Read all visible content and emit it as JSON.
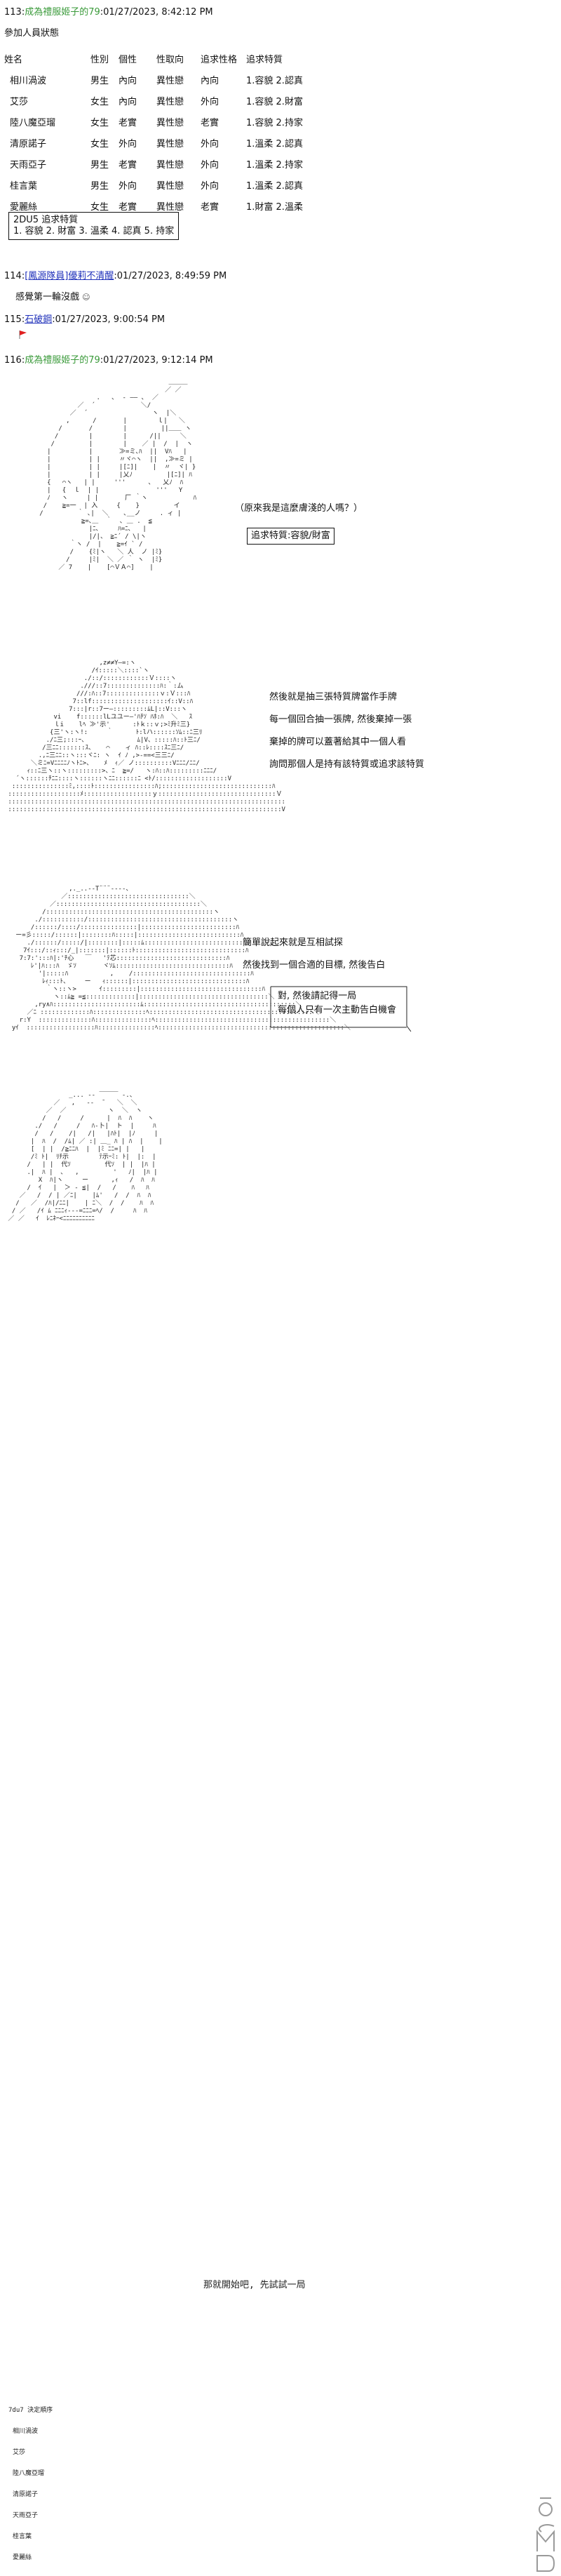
{
  "posts": [
    {
      "num": "113:",
      "name": "成為禮服姬子的79",
      "date": ":01/27/2023, 8:42:12 PM"
    },
    {
      "num": "114:",
      "name": "[鳳源隊員]優莉不清醒",
      "date": ":01/27/2023, 8:49:59 PM"
    },
    {
      "num": "115:",
      "name": "石破鋼",
      "date": ":01/27/2023, 9:00:54 PM"
    },
    {
      "num": "116:",
      "name": "成為禮服姬子的79",
      "date": ":01/27/2023, 9:12:14 PM"
    }
  ],
  "status_heading": "參加人員狀態",
  "table": {
    "headers": [
      "姓名",
      "性別",
      "個性",
      "性取向",
      "追求性格",
      "追求特質"
    ],
    "rows": [
      [
        "相川渦波",
        "男生",
        "內向",
        "異性戀",
        "內向",
        "1.容貌 2.認真"
      ],
      [
        "艾莎",
        "女生",
        "內向",
        "異性戀",
        "外向",
        "1.容貌 2.財富"
      ],
      [
        "陸八魔亞瑠",
        "女生",
        "老實",
        "異性戀",
        "老實",
        "1.容貌 2.持家"
      ],
      [
        "清原諾子",
        "女生",
        "外向",
        "異性戀",
        "外向",
        "1.溫柔 2.認真"
      ],
      [
        "天雨亞子",
        "男生",
        "老實",
        "異性戀",
        "外向",
        "1.溫柔 2.持家"
      ],
      [
        "桂言葉",
        "男生",
        "外向",
        "異性戀",
        "外向",
        "1.溫柔 2.認真"
      ],
      [
        "愛麗絲",
        "女生",
        "老實",
        "異性戀",
        "老實",
        "1.財富 2.溫柔"
      ]
    ]
  },
  "dice_box": {
    "line1": "2DU5 追求特質",
    "line2": "1. 容貌 2. 財富 3. 溫柔 4. 認真 5. 持家"
  },
  "post114_text": "感覺第一輪沒戲",
  "post114_emoji": "☺",
  "scene1": {
    "thought": "（原來我是這麼膚淺的人嗎？）",
    "box": "追求特質:容貌/財富"
  },
  "scene2": {
    "l1": "然後就是抽三張特質牌當作手牌",
    "l2": "每一個回合抽一張牌, 然後棄掉一張",
    "l3": "棄掉的牌可以蓋著給其中一個人看",
    "l4": "詢問那個人是持有該特質或追求該特質"
  },
  "scene3": {
    "l1": "簡單說起來就是互相試探",
    "l2": "然後找到一個合適的目標, 然後告白",
    "b1": "對, 然後請記得一局",
    "b2": "每個人只有一次主動告白機會"
  },
  "scene4": {
    "l1": "那就開始吧, 先試試一局"
  },
  "order": {
    "heading": "7du7  決定順序",
    "items": [
      "相川渦波",
      "艾莎",
      "陸八魔亞瑠",
      "清原諾子",
      "天雨亞子",
      "桂言葉",
      "愛麗絲"
    ]
  },
  "colors": {
    "name_green": "#3a9a3a",
    "link_blue": "#2233bb",
    "flag_red": "#e02020"
  }
}
